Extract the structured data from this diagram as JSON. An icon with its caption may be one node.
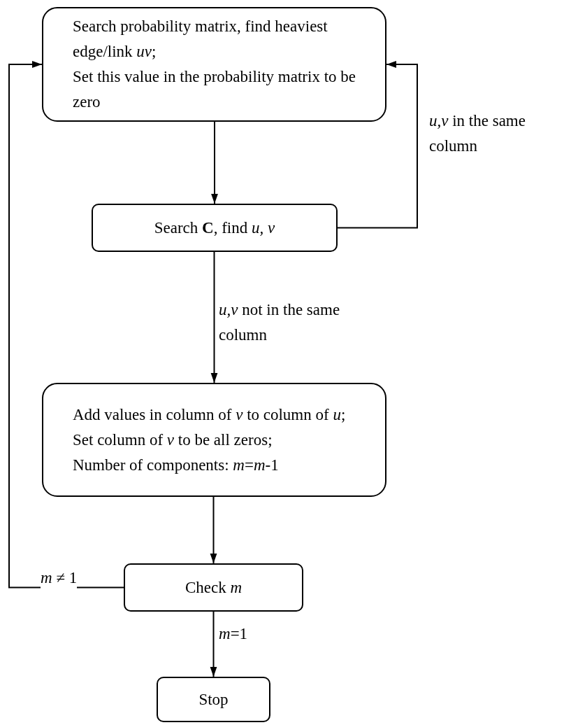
{
  "diagram": {
    "nodes": [
      {
        "text": [
          "Search probability matrix, find heaviest edge/link *uv*;",
          "Set this value in the probability matrix to be zero"
        ]
      },
      {
        "text": [
          "Search **C**, find *u, v*"
        ]
      },
      {
        "text": [
          "Add values in column of *v* to column of *u*;",
          "Set column of *v* to be all zeros;",
          "Number of components: *m*=*m*-1"
        ]
      },
      {
        "text": [
          "Check *m*"
        ]
      },
      {
        "text": [
          "Stop"
        ]
      }
    ],
    "edges": [
      {
        "from": 0,
        "to": 1,
        "arrow": "to"
      },
      {
        "from": 1,
        "to": 0,
        "arrow": "to",
        "label": "*u,v* in the same column"
      },
      {
        "from": 1,
        "to": 2,
        "arrow": "to",
        "label": "*u,v* not in the same column"
      },
      {
        "from": 2,
        "to": 3,
        "arrow": "to"
      },
      {
        "from": 3,
        "to": 0,
        "arrow": "to",
        "label": "*m* ≠ 1"
      },
      {
        "from": 3,
        "to": 4,
        "arrow": "to",
        "label": "*m*=1"
      }
    ]
  }
}
